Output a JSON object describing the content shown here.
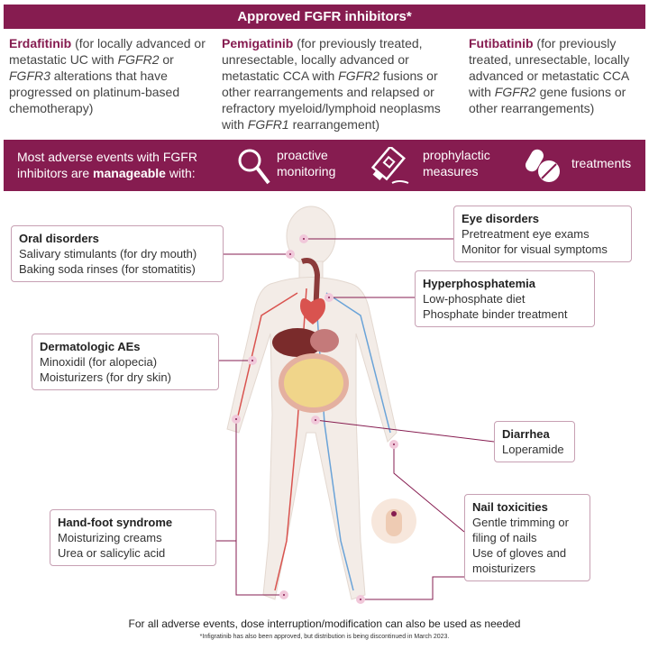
{
  "header": {
    "title": "Approved FGFR inhibitors*"
  },
  "drugs": [
    {
      "name": "Erdafitinib",
      "desc_a": " (for locally advanced or metastatic UC with ",
      "g1": "FGFR2",
      "desc_b": " or ",
      "g2": "FGFR3",
      "desc_c": " alterations that have progressed on platinum-based chemotherapy)"
    },
    {
      "name": "Pemigatinib",
      "desc_a": " (for previously treated, unresectable, locally advanced or metastatic CCA with ",
      "g1": "FGFR2",
      "desc_b": " fusions or other rearrangements and relapsed or refractory myeloid/lymphoid neoplasms with ",
      "g2": "FGFR1",
      "desc_c": " rearrangement)"
    },
    {
      "name": "Futibatinib",
      "desc_a": " (for previously treated, unresectable, locally advanced or metastatic CCA with ",
      "g1": "FGFR2",
      "desc_b": " gene fusions or other rearrangements)"
    }
  ],
  "banner": {
    "text_a": "Most adverse events with FGFR inhibitors are ",
    "bold": "manageable",
    "text_b": " with:",
    "items": [
      {
        "icon": "magnifier-icon",
        "l1": "proactive",
        "l2": "monitoring"
      },
      {
        "icon": "ointment-tube-icon",
        "l1": "prophylactic",
        "l2": "measures"
      },
      {
        "icon": "pills-icon",
        "l1": "treatments"
      }
    ]
  },
  "boxes": {
    "oral": {
      "title": "Oral disorders",
      "lines": [
        "Salivary stimulants (for dry mouth)",
        "Baking soda rinses (for stomatitis)"
      ]
    },
    "eye": {
      "title": "Eye disorders",
      "lines": [
        "Pretreatment eye exams",
        "Monitor for visual symptoms"
      ]
    },
    "hyper": {
      "title": "Hyperphosphatemia",
      "lines": [
        "Low-phosphate diet",
        "Phosphate binder treatment"
      ]
    },
    "derm": {
      "title": "Dermatologic AEs",
      "lines": [
        "Minoxidil (for alopecia)",
        "Moisturizers (for dry skin)"
      ]
    },
    "diarrhea": {
      "title": "Diarrhea",
      "lines": [
        "Loperamide"
      ]
    },
    "handfoot": {
      "title": "Hand-foot syndrome",
      "lines": [
        "Moisturizing creams",
        "Urea or salicylic acid"
      ]
    },
    "nail": {
      "title": "Nail toxicities",
      "lines": [
        "Gentle trimming or",
        "filing of nails",
        "Use of gloves and",
        "moisturizers"
      ]
    }
  },
  "footer": {
    "note": "For all adverse events, dose interruption/modification can also be used as needed",
    "footnote": "*Infigratinib has also been approved, but distribution is being discontinued in March 2023."
  },
  "colors": {
    "accent": "#861c50",
    "border": "#c7a0b3"
  }
}
